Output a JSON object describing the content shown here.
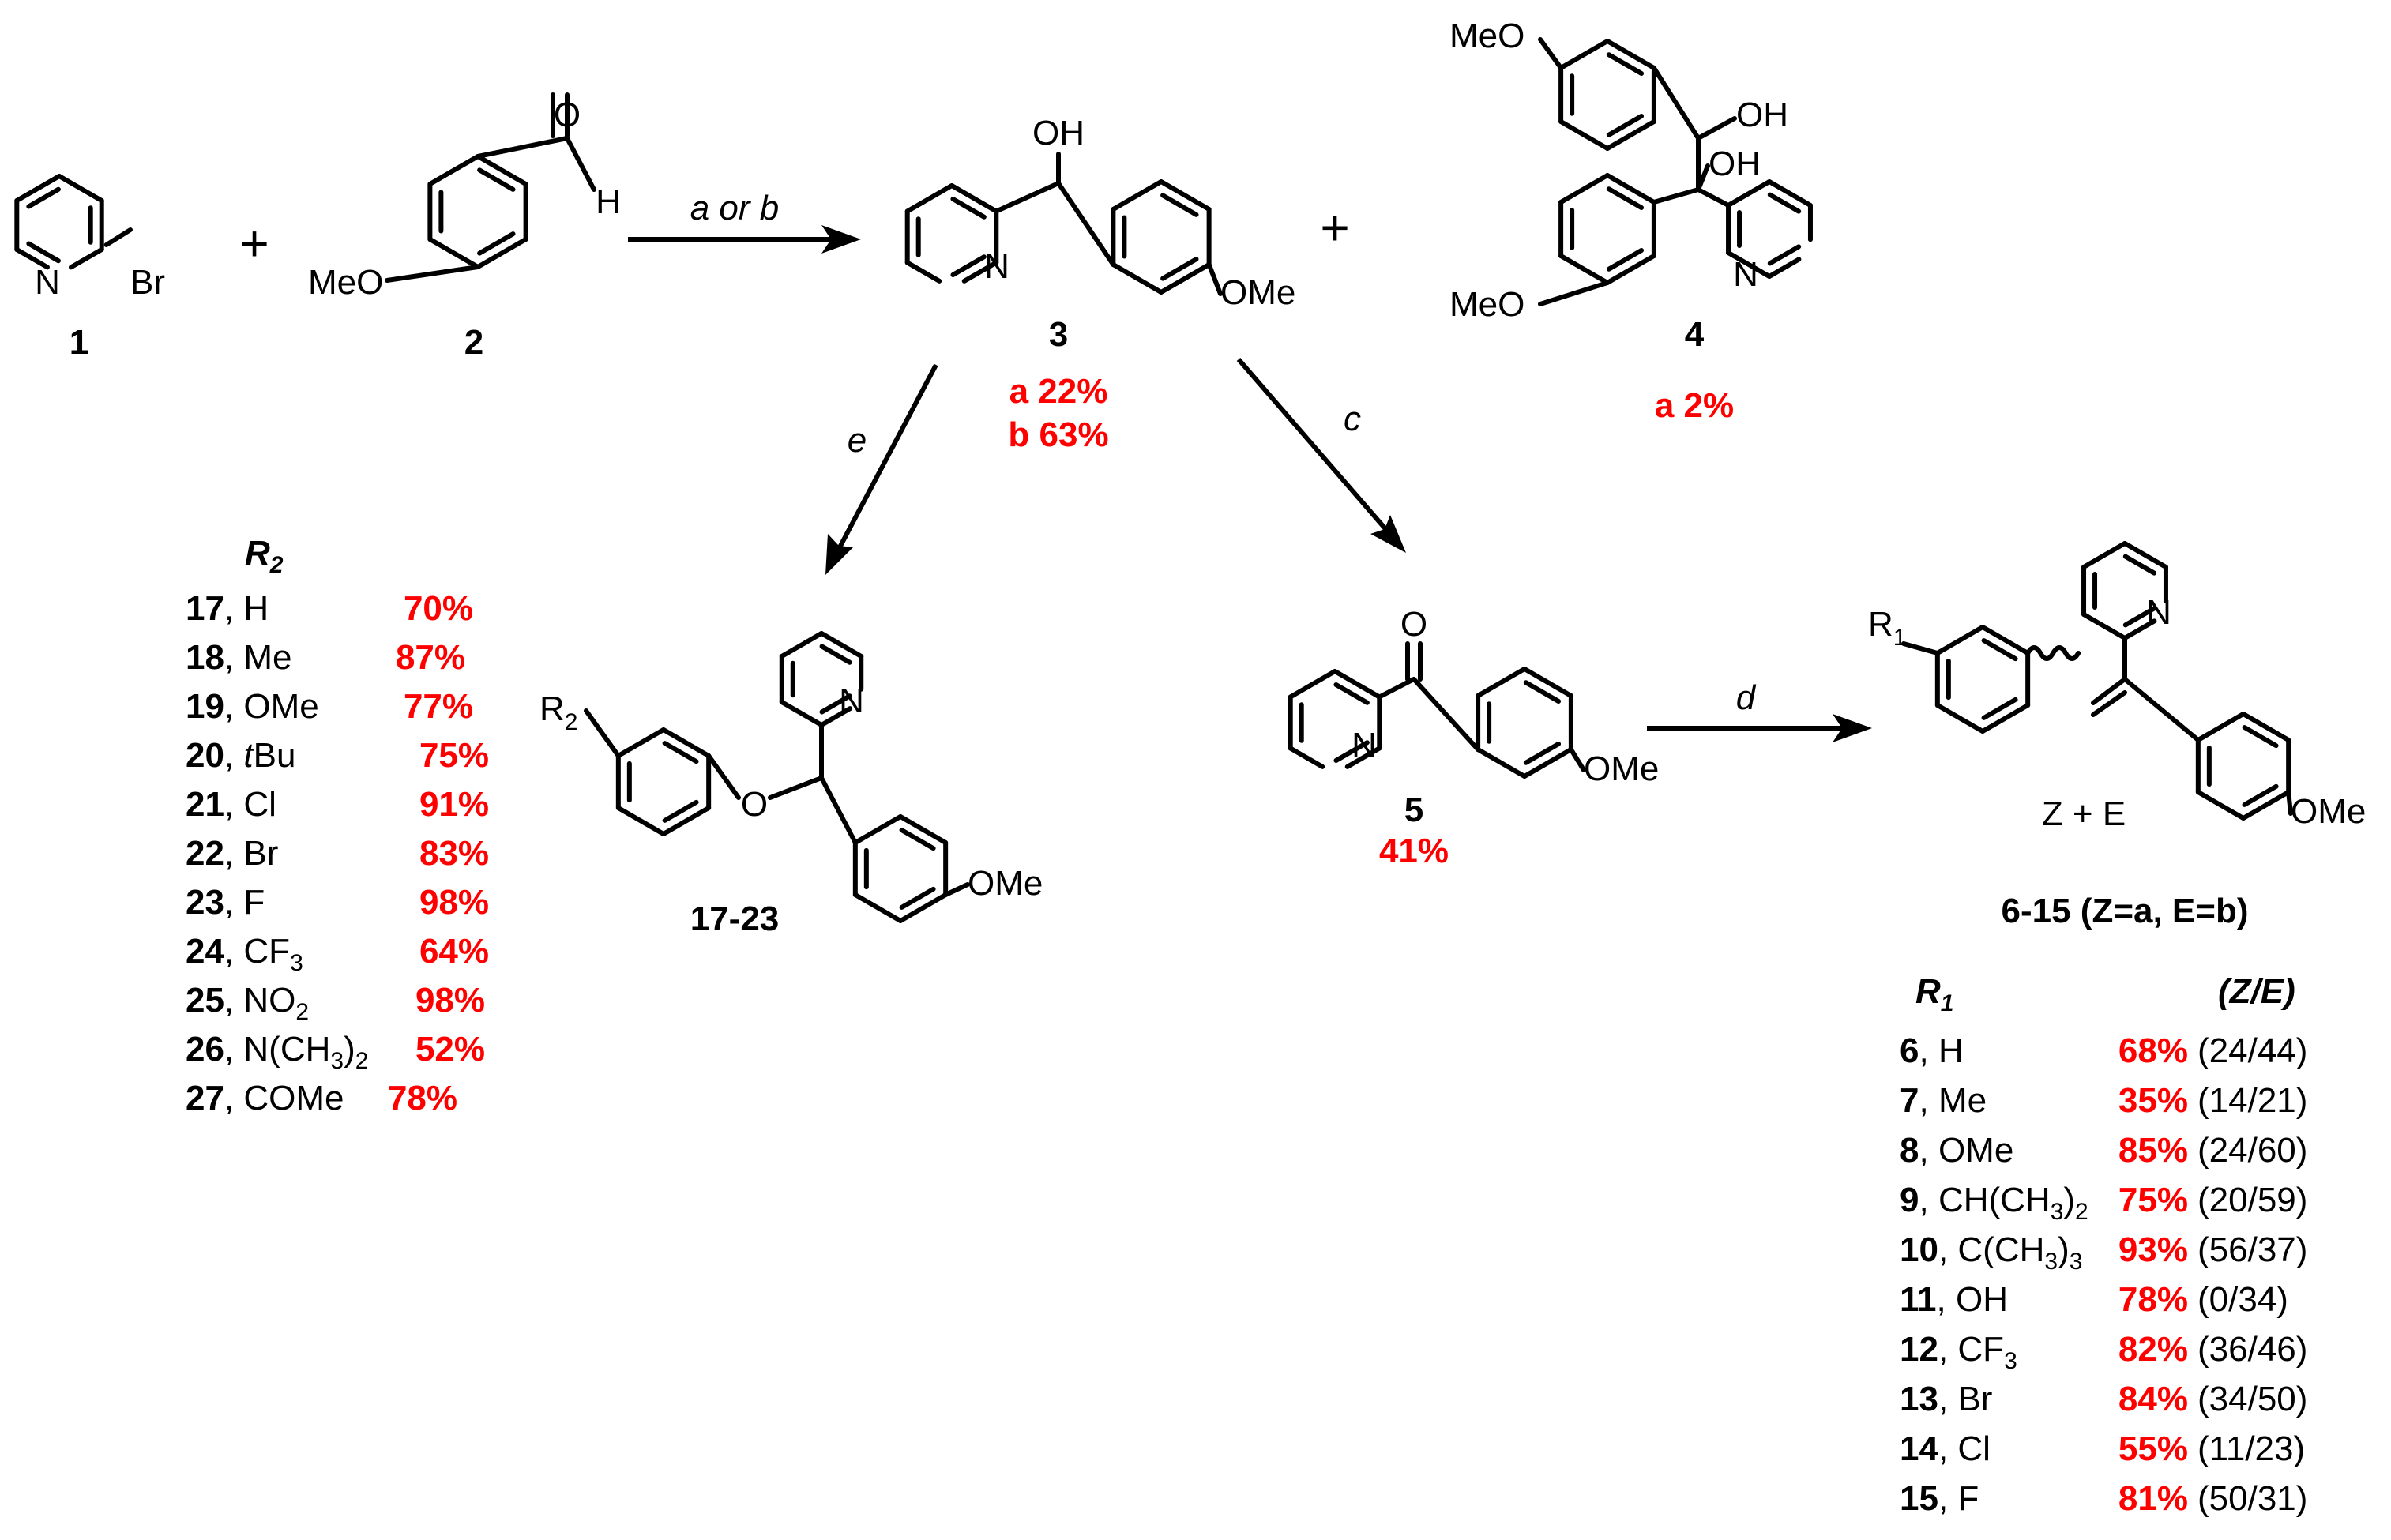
{
  "compounds": {
    "c1": {
      "number": "1",
      "br": "Br",
      "n": "N"
    },
    "c2": {
      "number": "2",
      "o": "O",
      "h": "H",
      "meo": "MeO"
    },
    "c3": {
      "number": "3",
      "oh": "OH",
      "n": "N",
      "ome": "OMe",
      "yield_a": "a 22%",
      "yield_b": "b 63%"
    },
    "c4": {
      "number": "4",
      "meo_top": "MeO",
      "meo_bottom": "MeO",
      "oh1": "OH",
      "oh2": "OH",
      "n": "N",
      "yield_a": "a 2%"
    },
    "c5": {
      "number": "5",
      "o": "O",
      "n": "N",
      "ome": "OMe",
      "yield": "41%"
    },
    "c17": {
      "number": "17-23",
      "r2": "R",
      "r2_sub": "2",
      "o": "O",
      "n": "N",
      "ome": "OMe"
    },
    "c6": {
      "r1": "R",
      "r1_sub": "1",
      "n": "N",
      "ome": "OMe",
      "ze": "Z + E"
    }
  },
  "plus_sign": "+",
  "arrows": {
    "ab": "a or b",
    "c": "c",
    "d": "d",
    "e": "e"
  },
  "r2_table": {
    "header": "R",
    "header_sub": "2",
    "rows": [
      {
        "num": "17",
        "sub": "H",
        "yield": "70%"
      },
      {
        "num": "18",
        "sub": "Me",
        "yield": "87%"
      },
      {
        "num": "19",
        "sub": "OMe",
        "yield": "77%"
      },
      {
        "num": "20",
        "sub_italic": "t",
        "sub": "Bu",
        "yield": "75%"
      },
      {
        "num": "21",
        "sub": "Cl",
        "yield": "91%"
      },
      {
        "num": "22",
        "sub": "Br",
        "yield": "83%"
      },
      {
        "num": "23",
        "sub": "F",
        "yield": "98%"
      },
      {
        "num": "24",
        "sub": "CF",
        "sub_sub": "3",
        "yield": "64%"
      },
      {
        "num": "25",
        "sub": "NO",
        "sub_sub": "2",
        "yield": "98%"
      },
      {
        "num": "26",
        "sub": "N(CH",
        "sub_sub": "3",
        "sub_tail": ")",
        "sub_sub2": "2",
        "yield": "52%"
      },
      {
        "num": "27",
        "sub": "COMe",
        "yield": "78%"
      }
    ]
  },
  "r1_table": {
    "title_num": "6-15",
    "title_rest": " (Z=a, E=b)",
    "header": "R",
    "header_sub": "1",
    "header_ze": "(Z/E)",
    "rows": [
      {
        "num": "6",
        "sub": "H",
        "yield": "68%",
        "ratio": "(24/44)"
      },
      {
        "num": "7",
        "sub": "Me",
        "yield": "35%",
        "ratio": "(14/21)"
      },
      {
        "num": "8",
        "sub": "OMe",
        "yield": "85%",
        "ratio": "(24/60)"
      },
      {
        "num": "9",
        "sub": "CH(CH",
        "sub_sub": "3",
        "sub_tail": ")",
        "sub_sub2": "2",
        "yield": "75%",
        "ratio": "(20/59)"
      },
      {
        "num": "10",
        "sub": "C(CH",
        "sub_sub": "3",
        "sub_tail": ")",
        "sub_sub2": "3",
        "yield": "93%",
        "ratio": "(56/37)"
      },
      {
        "num": "11",
        "sub": "OH",
        "yield": "78%",
        "ratio": "(0/34)"
      },
      {
        "num": "12",
        "sub": "CF",
        "sub_sub": "3",
        "yield": "82%",
        "ratio": "(36/46)"
      },
      {
        "num": "13",
        "sub": "Br",
        "yield": "84%",
        "ratio": "(34/50)"
      },
      {
        "num": "14",
        "sub": "Cl",
        "yield": "55%",
        "ratio": "(11/23)"
      },
      {
        "num": "15",
        "sub": "F",
        "yield": "81%",
        "ratio": "(50/31)"
      }
    ]
  }
}
